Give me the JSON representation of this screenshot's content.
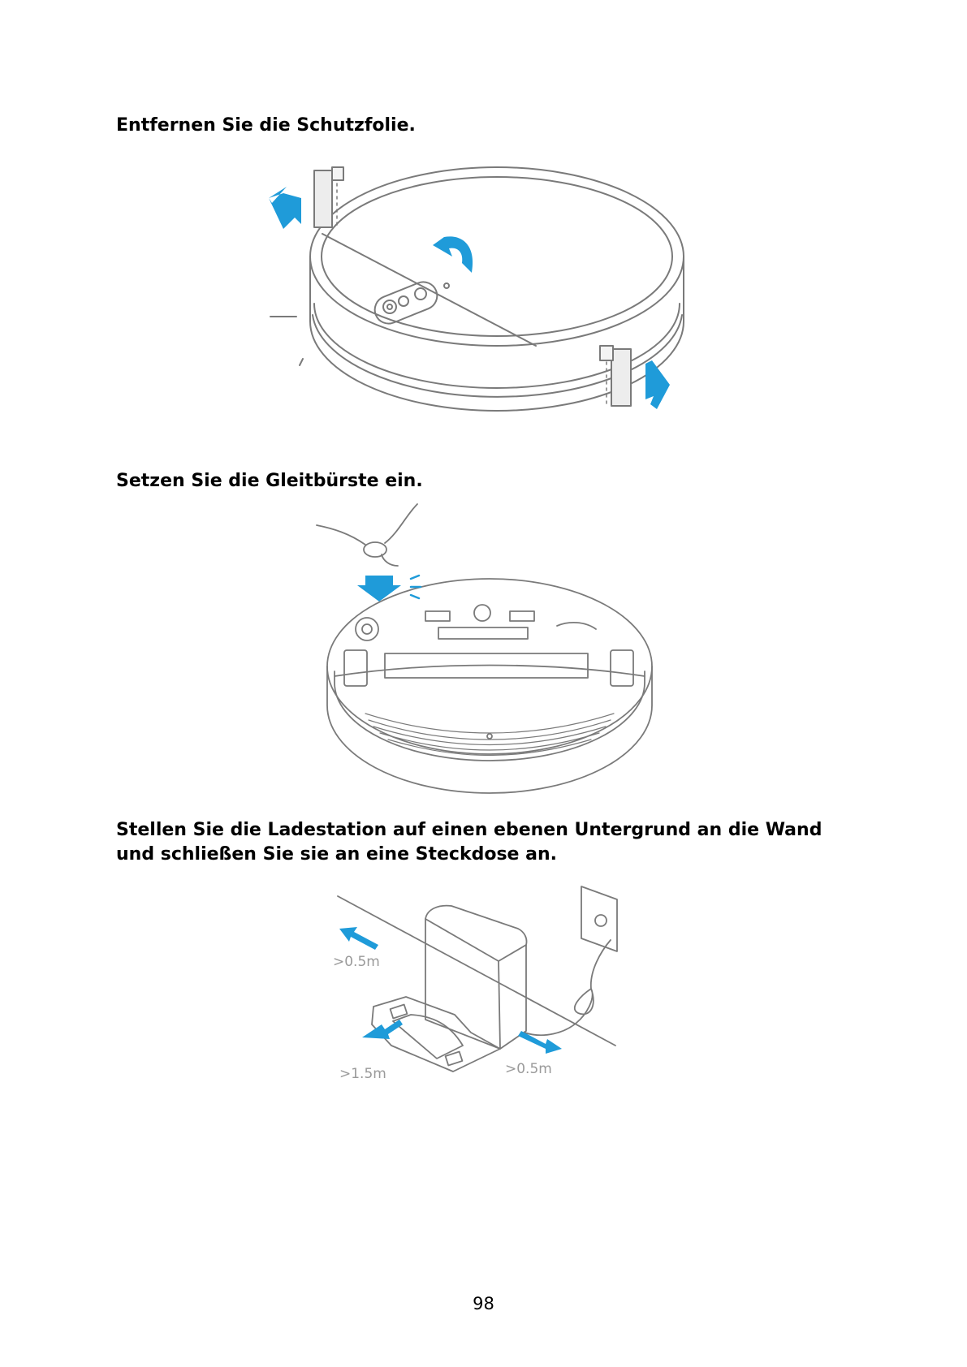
{
  "steps": [
    {
      "heading": "Entfernen Sie die Schutzfolie."
    },
    {
      "heading": "Setzen Sie die Gleitbürste ein."
    },
    {
      "heading": "Stellen Sie die Ladestation auf einen ebenen Untergrund an die Wand und schließen Sie sie an eine Steckdose an."
    }
  ],
  "figure3": {
    "clearance_left": ">0.5m",
    "clearance_front": ">1.5m",
    "clearance_right": ">0.5m"
  },
  "page_number": "98",
  "colors": {
    "text": "#000000",
    "line_art": "#7a7a7a",
    "arrow_blue": "#1f9bd9",
    "label_gray": "#9a9a9a"
  },
  "icons": [
    "arrow-left-icon",
    "arrow-right-icon",
    "rotate-arrow-icon",
    "arrow-down-icon"
  ]
}
